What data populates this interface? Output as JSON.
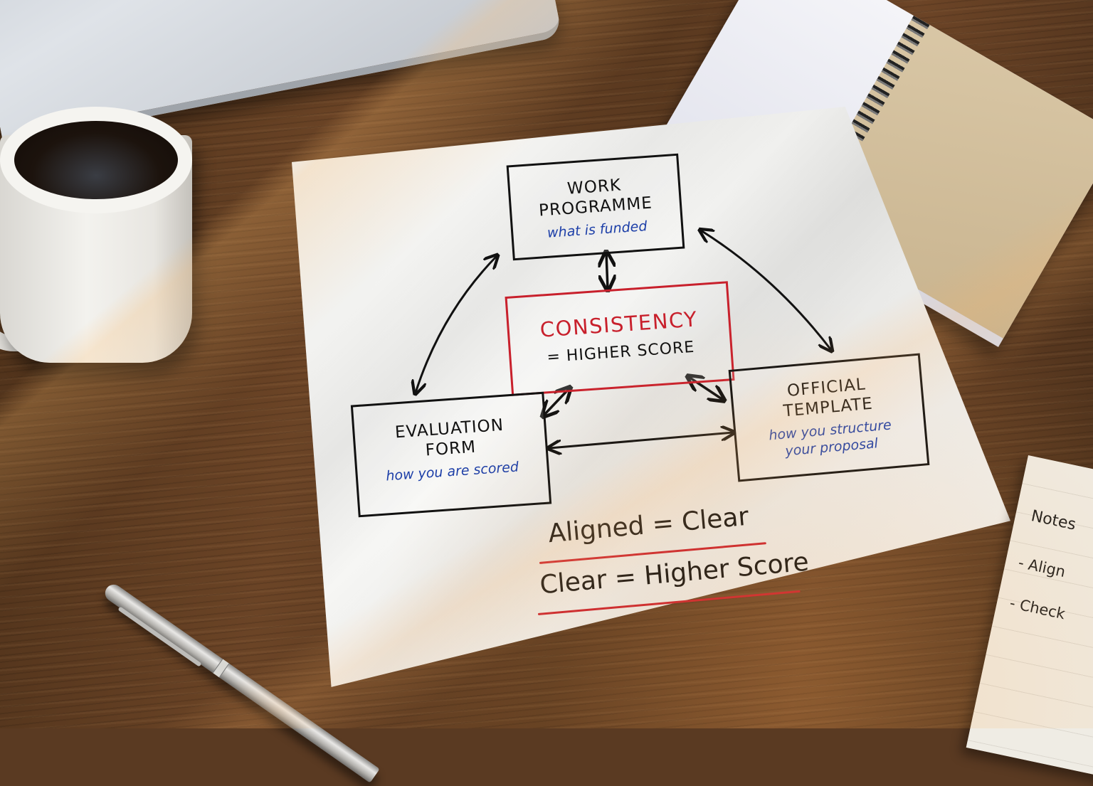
{
  "scene": {
    "description": "Hand-drawn diagram on paper on a wooden desk",
    "objects": [
      "laptop",
      "coffee-mug",
      "spiral-notebook-stack",
      "pen",
      "notes-card",
      "diagram-paper"
    ]
  },
  "colors": {
    "ink": "#111111",
    "accent_red": "#c8202c",
    "annotation_blue": "#1d3fa8",
    "paper": "#f2f2f0",
    "wood": "#5a3a22"
  },
  "diagram": {
    "nodes": {
      "work_programme": {
        "title_1": "WORK",
        "title_2": "PROGRAMME",
        "subtitle": "what is funded"
      },
      "evaluation_form": {
        "title_1": "EVALUATION",
        "title_2": "FORM",
        "subtitle": "how you are scored"
      },
      "official_template": {
        "title_1": "OFFICIAL",
        "title_2": "TEMPLATE",
        "subtitle_1": "how you structure",
        "subtitle_2": "your proposal"
      },
      "center": {
        "title": "CONSISTENCY",
        "subtitle": "= HIGHER SCORE"
      }
    },
    "edges": [
      {
        "from": "work_programme",
        "to": "evaluation_form",
        "type": "bidirectional"
      },
      {
        "from": "work_programme",
        "to": "official_template",
        "type": "bidirectional"
      },
      {
        "from": "work_programme",
        "to": "center",
        "type": "bidirectional"
      },
      {
        "from": "evaluation_form",
        "to": "center",
        "type": "bidirectional"
      },
      {
        "from": "official_template",
        "to": "center",
        "type": "bidirectional"
      },
      {
        "from": "evaluation_form",
        "to": "official_template",
        "type": "bidirectional"
      }
    ],
    "formulas": [
      "Aligned = Clear",
      "Clear = Higher Score"
    ]
  },
  "notes_card": {
    "title": "Notes",
    "lines": [
      "- Align",
      "- Check"
    ]
  }
}
